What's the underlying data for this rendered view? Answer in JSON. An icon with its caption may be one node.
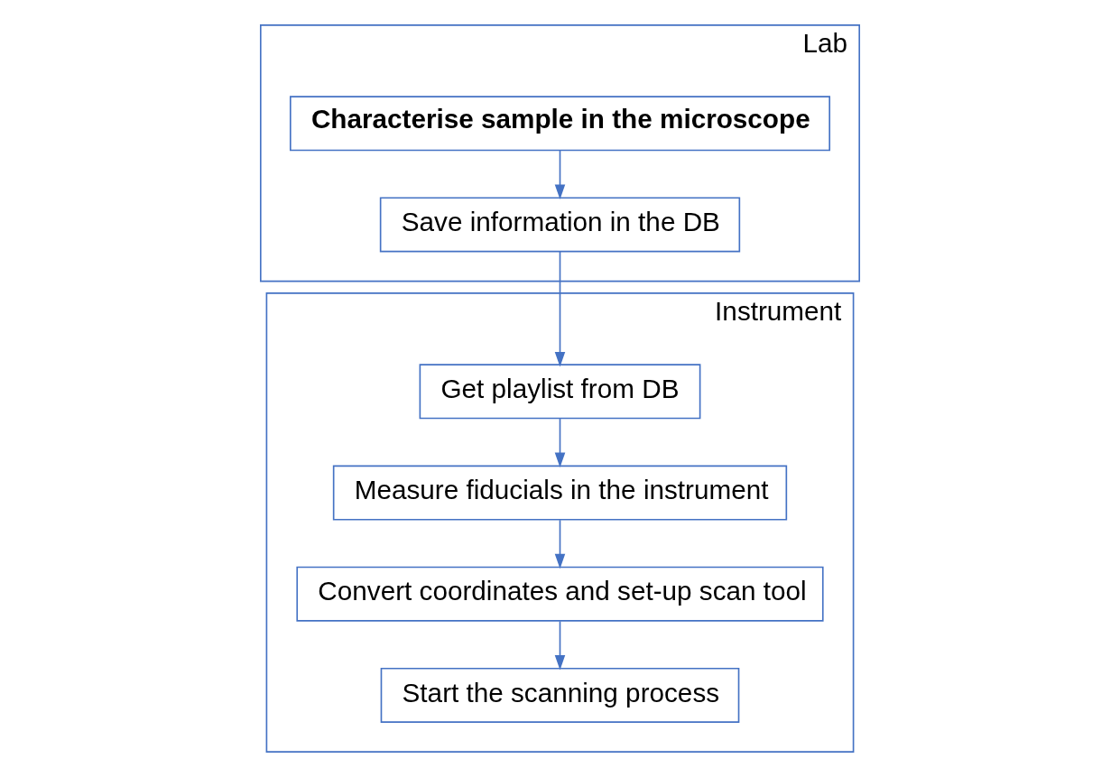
{
  "diagram": {
    "nodes": [
      {
        "text": [
          "Lab"
        ]
      },
      {
        "text": [
          "Characterise sample in the microscope"
        ],
        "in": 0
      },
      {
        "text": [
          "Save information in the DB"
        ],
        "in": 0
      },
      {
        "text": [
          "Instrument"
        ]
      },
      {
        "text": [
          "Get playlist from DB"
        ],
        "in": 3
      },
      {
        "text": [
          "Measure fiducials in the instrument"
        ],
        "in": 3
      },
      {
        "text": [
          "Convert coordinates and set-up scan tool"
        ],
        "in": 3
      },
      {
        "text": [
          "Start the scanning process"
        ],
        "in": 3
      }
    ],
    "edges": [
      {
        "from": 1,
        "to": 2,
        "arrow": "to"
      },
      {
        "from": 2,
        "to": 4,
        "arrow": "to"
      },
      {
        "from": 4,
        "to": 5,
        "arrow": "to"
      },
      {
        "from": 5,
        "to": 6,
        "arrow": "to"
      },
      {
        "from": 6,
        "to": 7,
        "arrow": "to"
      }
    ]
  }
}
